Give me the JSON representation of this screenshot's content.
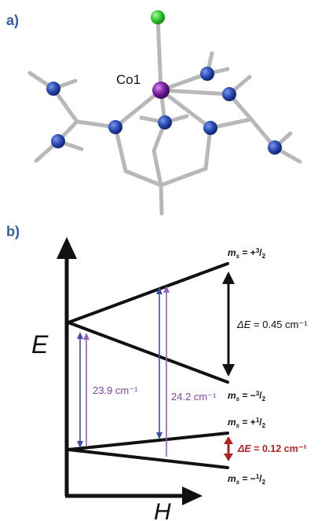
{
  "panel_a": {
    "label": "a)",
    "atom_label": "Co1"
  },
  "panel_b": {
    "label": "b)",
    "y_axis_label": "E",
    "x_axis_label": "H",
    "levels": {
      "ms_p3": {
        "prefix": "m",
        "sub": "s",
        "eq": " = +",
        "num": "3",
        "slash": "/",
        "den": "2"
      },
      "ms_m3": {
        "prefix": "m",
        "sub": "s",
        "eq": " = −",
        "num": "3",
        "slash": "/",
        "den": "2"
      },
      "ms_p1": {
        "prefix": "m",
        "sub": "s",
        "eq": " = +",
        "num": "1",
        "slash": "/",
        "den": "2"
      },
      "ms_m1": {
        "prefix": "m",
        "sub": "s",
        "eq": " = −",
        "num": "1",
        "slash": "/",
        "den": "2"
      }
    },
    "delta_upper": {
      "symbol": "ΔE",
      "value": " = 0.45 cm⁻¹"
    },
    "delta_lower": {
      "symbol": "ΔE",
      "value": " = 0.12 cm⁻¹"
    },
    "transition_1": "23.9 cm⁻¹",
    "transition_2": "24.2 cm⁻¹"
  },
  "colors": {
    "label_blue": "#2f5d9f",
    "atom_blue": "#2b4fb8",
    "atom_green": "#33cc33",
    "atom_purple": "#7a1fa2",
    "bond_gray": "#b8b8b8",
    "line_black": "#111111",
    "arrow_blue": "#3c4fa8",
    "arrow_violet": "#9b5fc0",
    "text_violet": "#7b3fa0",
    "text_red": "#b22222"
  }
}
